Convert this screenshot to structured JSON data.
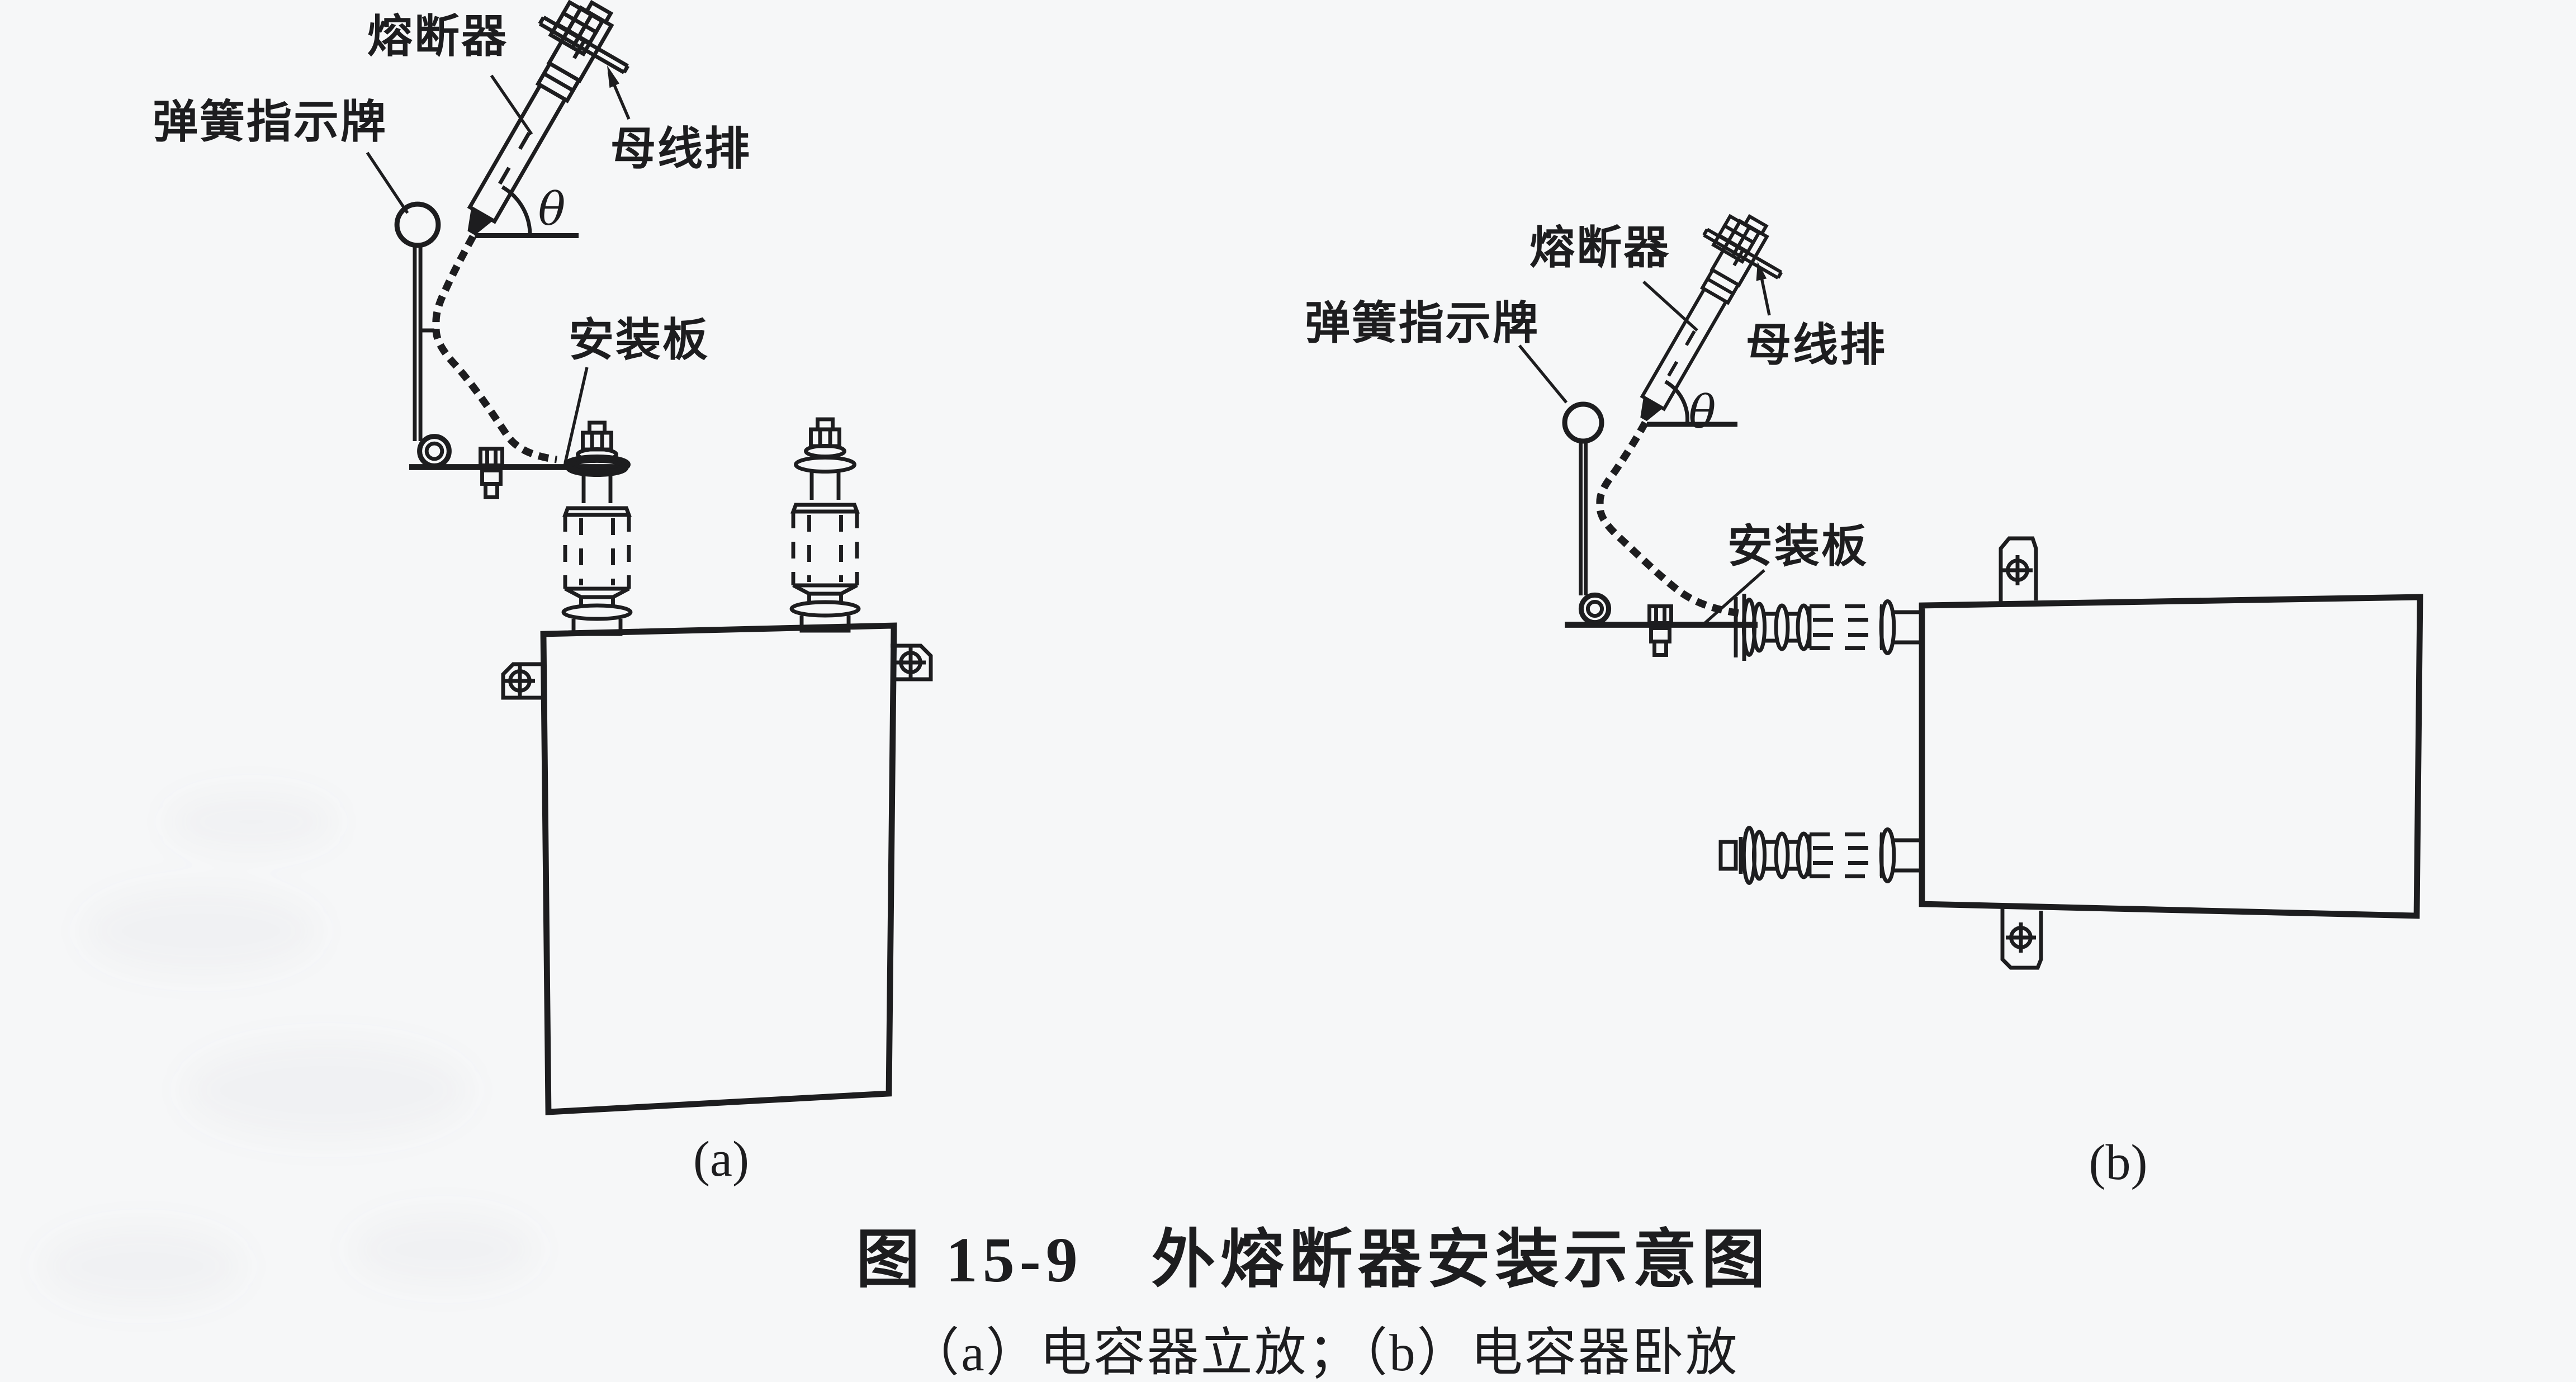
{
  "figure": {
    "caption_title": "图 15-9　外熔断器安装示意图",
    "caption_subtitle": "（a）电容器立放；（b）电容器卧放"
  },
  "colors": {
    "ink": "#1d1d1f",
    "paper": "#f6f7f8"
  },
  "diagram_a": {
    "sublabel": "(a)",
    "labels": {
      "fuse": "熔断器",
      "busbar": "母线排",
      "spring_indicator": "弹簧指示牌",
      "mounting_plate": "安装板",
      "theta": "θ"
    }
  },
  "diagram_b": {
    "sublabel": "(b)",
    "labels": {
      "fuse": "熔断器",
      "busbar": "母线排",
      "spring_indicator": "弹簧指示牌",
      "mounting_plate": "安装板",
      "theta": "θ"
    }
  }
}
